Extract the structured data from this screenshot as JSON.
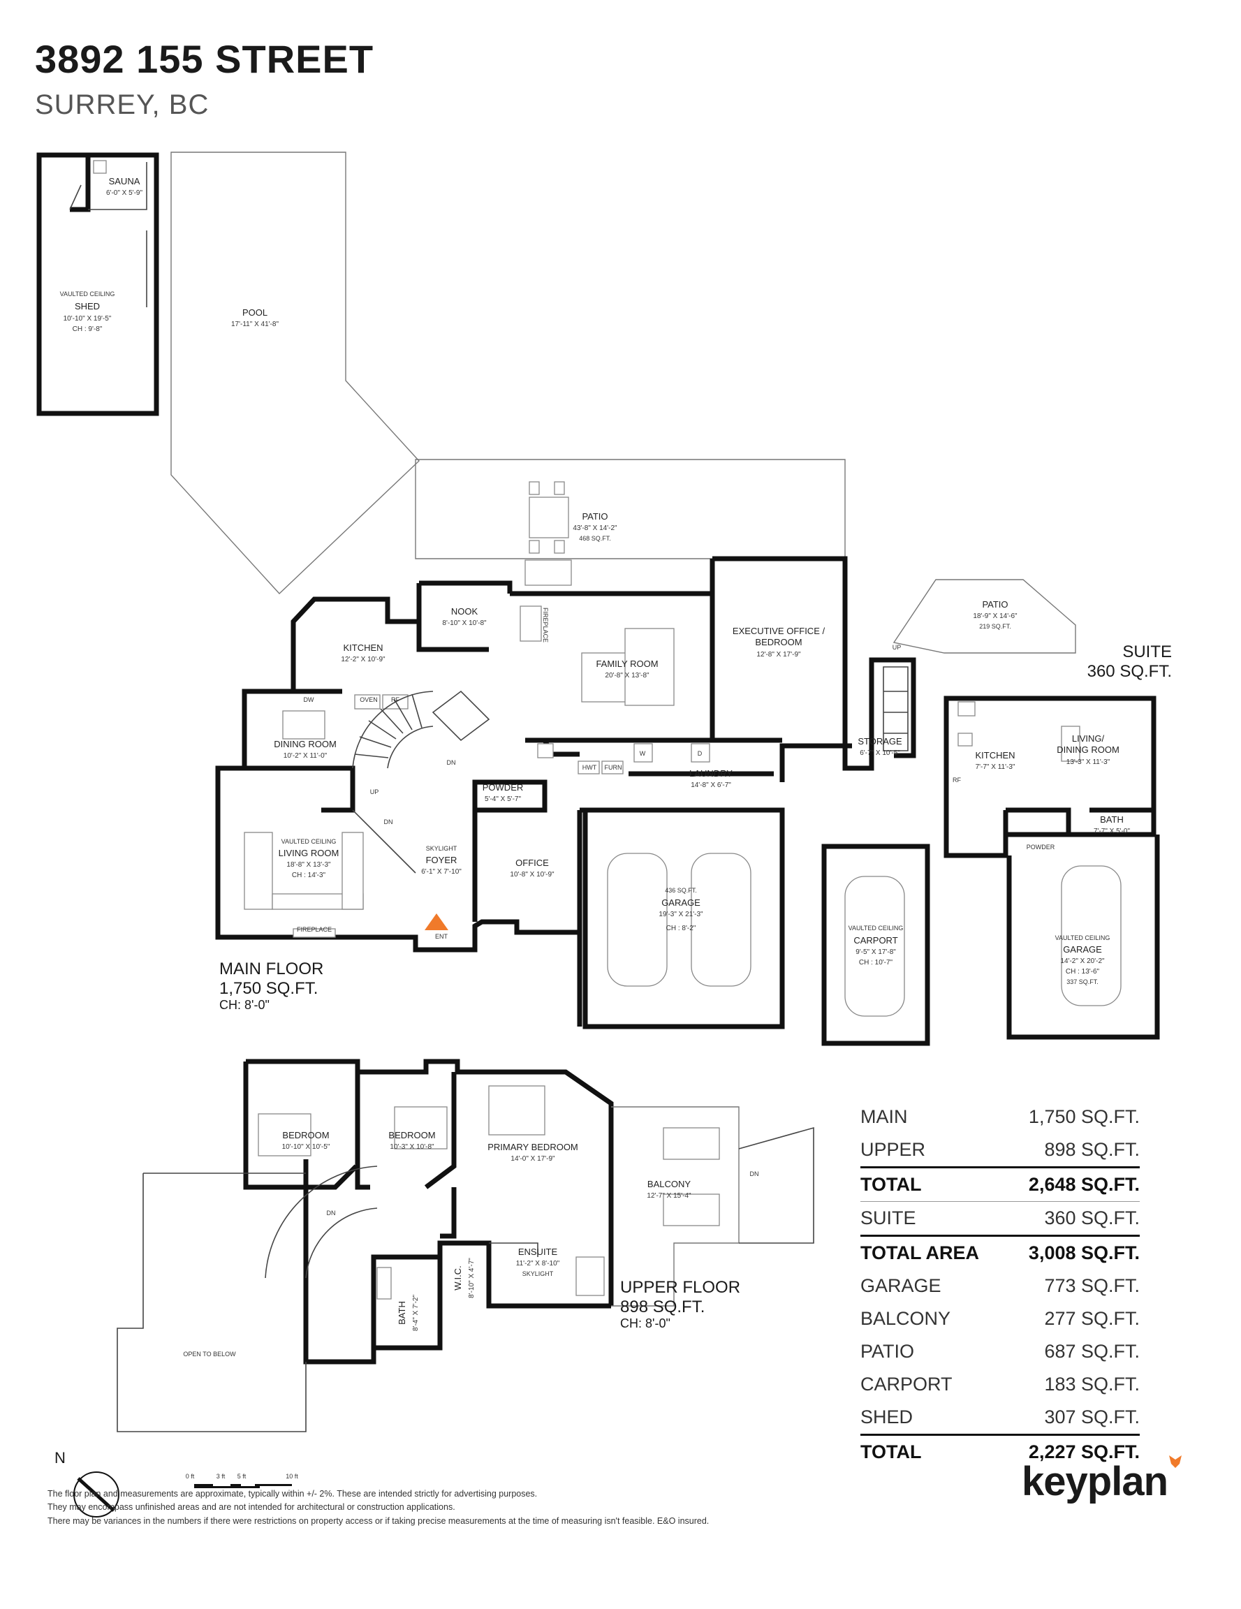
{
  "header": {
    "title": "3892 155 STREET",
    "subtitle": "SURREY, BC"
  },
  "rooms": {
    "sauna": {
      "name": "SAUNA",
      "dims": "6'-0\" X 5'-9\""
    },
    "shed": {
      "note": "VAULTED CEILING",
      "name": "SHED",
      "dims": "10'-10\" X 19'-5\"",
      "ch": "CH : 9'-8\""
    },
    "pool": {
      "name": "POOL",
      "dims": "17'-11\" X 41'-8\""
    },
    "patio": {
      "name": "PATIO",
      "dims": "43'-8\" X 14'-2\"",
      "area": "468 SQ.FT."
    },
    "nook": {
      "name": "NOOK",
      "dims": "8'-10\" X 10'-8\""
    },
    "kitchen": {
      "name": "KITCHEN",
      "dims": "12'-2\" X 10'-9\""
    },
    "family": {
      "name": "FAMILY ROOM",
      "dims": "20'-8\" X 13'-8\""
    },
    "exec": {
      "name1": "EXECUTIVE OFFICE /",
      "name2": "BEDROOM",
      "dims": "12'-8\" X 17'-9\""
    },
    "dining": {
      "name": "DINING ROOM",
      "dims": "10'-2\" X 11'-0\""
    },
    "living": {
      "note": "VAULTED CEILING",
      "name": "LIVING ROOM",
      "dims": "18'-8\" X 13'-3\"",
      "ch": "CH : 14'-3\""
    },
    "powder": {
      "name": "POWDER",
      "dims": "5'-4\" X 5'-7\""
    },
    "foyer": {
      "note": "SKYLIGHT",
      "name": "FOYER",
      "dims": "6'-1\" X 7'-10\""
    },
    "office": {
      "name": "OFFICE",
      "dims": "10'-8\" X 10'-9\""
    },
    "laundry": {
      "name": "LAUNDRY",
      "dims": "14'-8\" X 6'-7\""
    },
    "garage": {
      "area": "436 SQ.FT.",
      "name": "GARAGE",
      "dims": "19'-3\" X 21'-3\"",
      "ch": "CH : 8'-2\""
    },
    "storage": {
      "name": "STORAGE",
      "dims": "6'-7\" X 10'-5\""
    },
    "carport": {
      "note": "VAULTED CEILING",
      "name": "CARPORT",
      "dims": "9'-5\" X 17'-8\"",
      "ch": "CH : 10'-7\""
    },
    "suitePatio": {
      "name": "PATIO",
      "dims": "18'-9\" X 14'-6\"",
      "area": "219 SQ.FT."
    },
    "suiteKitchen": {
      "name": "KITCHEN",
      "dims": "7'-7\" X 11'-3\""
    },
    "suiteLiving": {
      "name1": "LIVING/",
      "name2": "DINING ROOM",
      "dims": "13'-3\" X 11'-3\""
    },
    "suiteBath": {
      "name": "BATH",
      "dims": "7'-7\" X 5'-0\""
    },
    "suitePowder": {
      "name": "POWDER"
    },
    "suiteGarage": {
      "note": "VAULTED CEILING",
      "name": "GARAGE",
      "dims": "14'-2\" X 20'-2\"",
      "ch": "CH : 13'-6\"",
      "area": "337 SQ.FT."
    },
    "bed1": {
      "name": "BEDROOM",
      "dims": "10'-10\" X 10'-5\""
    },
    "bed2": {
      "name": "BEDROOM",
      "dims": "10'-3\" X 10'-8\""
    },
    "primary": {
      "name": "PRIMARY BEDROOM",
      "dims": "14'-0\" X 17'-9\""
    },
    "balcony": {
      "name": "BALCONY",
      "dims": "12'-7\" X 15'-4\""
    },
    "ensuite": {
      "name": "ENSUITE",
      "dims": "11'-2\" X 8'-10\"",
      "note": "SKYLIGHT"
    },
    "wic": {
      "name": "W.I.C.",
      "dims": "8'-10\" X 4'-7\""
    },
    "upperBath": {
      "name": "BATH",
      "dims": "8'-4\" X 7'-2\""
    },
    "openToBelow": {
      "name": "OPEN TO BELOW"
    }
  },
  "fixtures": {
    "dw": "DW",
    "oven": "OVEN",
    "rf": "RF",
    "hwt": "HWT",
    "furn": "FURN",
    "w": "W",
    "d": "D",
    "fireplace": "FIREPLACE",
    "ent": "ENT",
    "up": "UP",
    "dn": "DN"
  },
  "floors": {
    "main": {
      "name": "MAIN FLOOR",
      "area": "1,750 SQ.FT.",
      "ch": "CH: 8'-0\""
    },
    "upper": {
      "name": "UPPER FLOOR",
      "area": "898 SQ.FT.",
      "ch": "CH: 8'-0\""
    },
    "suite": {
      "name": "SUITE",
      "area": "360 SQ.FT."
    }
  },
  "summary": [
    {
      "label": "MAIN",
      "value": "1,750 SQ.FT."
    },
    {
      "label": "UPPER",
      "value": "898 SQ.FT."
    },
    {
      "label": "TOTAL",
      "value": "2,648 SQ.FT."
    },
    {
      "label": "SUITE",
      "value": "360 SQ.FT."
    },
    {
      "label": "TOTAL AREA",
      "value": "3,008 SQ.FT."
    },
    {
      "label": "GARAGE",
      "value": "773 SQ.FT."
    },
    {
      "label": "BALCONY",
      "value": "277 SQ.FT."
    },
    {
      "label": "PATIO",
      "value": "687 SQ.FT."
    },
    {
      "label": "CARPORT",
      "value": "183 SQ.FT."
    },
    {
      "label": "SHED",
      "value": "307 SQ.FT."
    },
    {
      "label": "TOTAL",
      "value": "2,227 SQ.FT."
    }
  ],
  "scale": {
    "t0": "0 ft",
    "t3": "3 ft",
    "t5": "5 ft",
    "t10": "10 ft"
  },
  "compass": {
    "label": "N"
  },
  "disclaimer": [
    "The floor plan and measurements are approximate, typically within +/- 2%. These are intended strictly for advertising purposes.",
    "They may encompass unfinished areas and are not intended for architectural or construction applications.",
    "There may be variances in the numbers if there were restrictions on property access or if taking precise measurements at the time of measuring isn't feasible. E&O insured."
  ],
  "brand": {
    "logo": "keyplan",
    "accent": "#f07a2a",
    "wall": "#111111"
  }
}
